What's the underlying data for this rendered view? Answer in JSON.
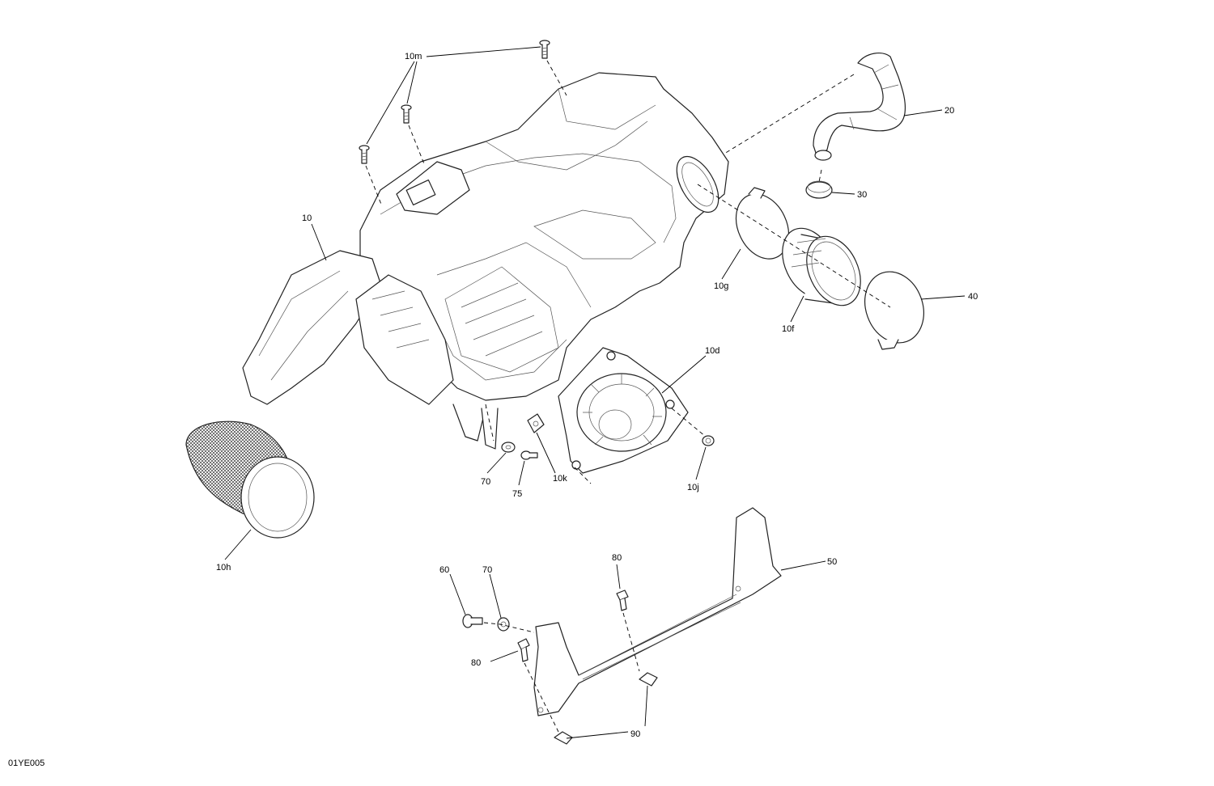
{
  "callouts": {
    "c10m": "10m",
    "c20": "20",
    "c30": "30",
    "c10": "10",
    "c10g": "10g",
    "c10f": "10f",
    "c40": "40",
    "c10d": "10d",
    "c70a": "70",
    "c75": "75",
    "c10k": "10k",
    "c10j": "10j",
    "c10h": "10h",
    "c80a": "80",
    "c50": "50",
    "c60": "60",
    "c70b": "70",
    "c80b": "80",
    "c90": "90"
  },
  "drawing_code": "01YE005"
}
